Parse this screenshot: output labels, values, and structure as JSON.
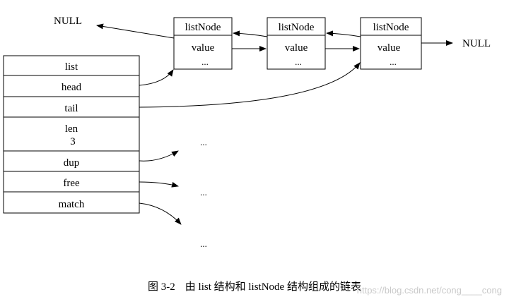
{
  "diagram": {
    "null_left": "NULL",
    "null_right": "NULL",
    "nodes": [
      {
        "title": "listNode",
        "field": "value",
        "more": "..."
      },
      {
        "title": "listNode",
        "field": "value",
        "more": "..."
      },
      {
        "title": "listNode",
        "field": "value",
        "more": "..."
      }
    ],
    "list_struct": {
      "title": "list",
      "head": "head",
      "tail": "tail",
      "len_label": "len",
      "len_value": "3",
      "dup": "dup",
      "free": "free",
      "match": "match"
    },
    "ellipsis_dup": "...",
    "ellipsis_free": "...",
    "ellipsis_match": "..."
  },
  "caption": {
    "figure_number": "图 3-2",
    "text": "由 list 结构和 listNode 结构组成的链表"
  },
  "watermark": "https://blog.csdn.net/cong____cong"
}
